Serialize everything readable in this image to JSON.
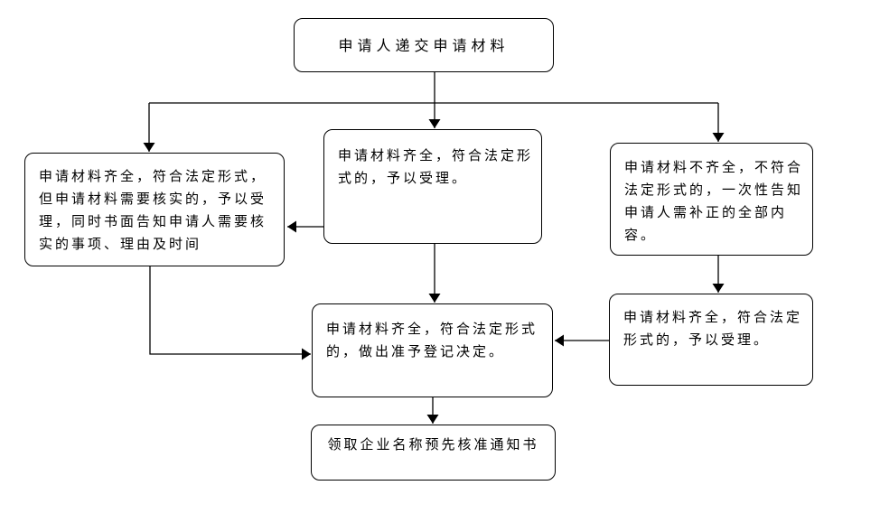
{
  "diagram": {
    "background_color": "#ffffff",
    "box_fill_color": "#ffffff",
    "stroke_color": "#000000",
    "nodes": {
      "start": {
        "text": "申请人递交申请材料"
      },
      "verify": {
        "text": "申请材料齐全，符合法定形式，\n但申请材料需要核实的，予以受\n理，同时书面告知申请人需要核\n实的事项、理由及时间"
      },
      "accept": {
        "text": "申请材料齐全，符合法定形\n式的，予以受理。"
      },
      "incomplete": {
        "text": "申请材料不齐全，不符合\n法定形式的，一次性告知\n申请人需补正的全部内\n容。"
      },
      "resubmit_accept": {
        "text": "申请材料齐全，符合法定\n形式的，予以受理。"
      },
      "decision": {
        "text": "申请材料齐全，符合法定形式\n的，做出准予登记决定。"
      },
      "final": {
        "text": "领取企业名称预先核准通知书"
      }
    }
  }
}
